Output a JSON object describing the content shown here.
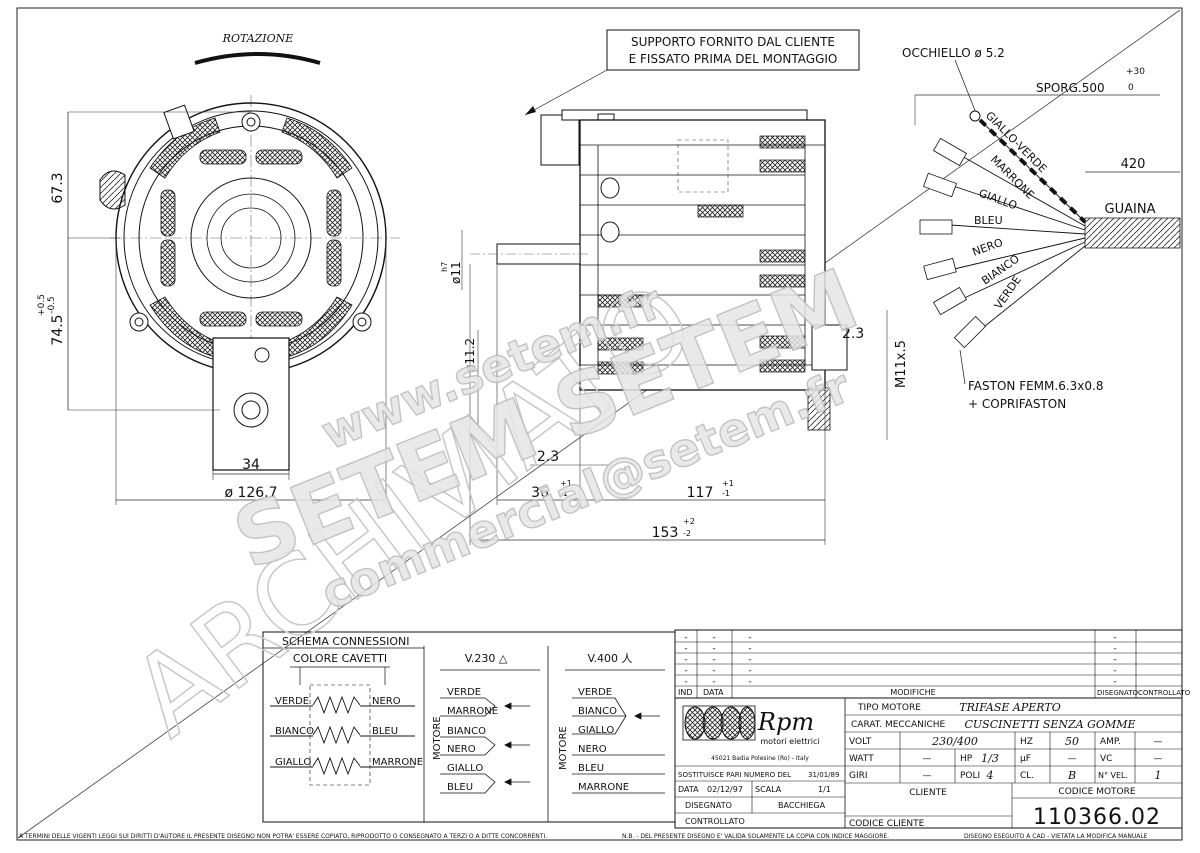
{
  "rotation_label": "ROTAZIONE",
  "support_note": [
    "SUPPORTO FORNITO DAL CLIENTE",
    "E FISSATO PRIMA DEL MONTAGGIO"
  ],
  "eyelet_label": "OCCHIELLO ø 5.2",
  "overhang_label": "SPORG.500",
  "overhang_tol_plus": "+30",
  "overhang_tol_zero": "0",
  "sheath_length": "420",
  "sheath_label": "GUAINA",
  "wire_labels": [
    "GIALLO-VERDE",
    "MARRONE",
    "GIALLO",
    "BLEU",
    "NERO",
    "BIANCO",
    "VERDE"
  ],
  "faston_label": [
    "FASTON FEMM.6.3x0.8",
    "+ COPRIFASTON"
  ],
  "dimensions": {
    "d67": "67.3",
    "d74": "74.5",
    "d74_tol_plus": "+0.5",
    "d74_tol_minus": "-0.5",
    "d34": "34",
    "d126": "ø 126.7",
    "d11": "ø11",
    "h7": "h7",
    "d11_2": "ø11.2",
    "d2_3a": "2.3",
    "d2_3b": "2.3",
    "m11": "M11x.5",
    "d36": "36",
    "d36_tol_plus": "+1",
    "d36_tol_minus": "-1",
    "d117": "117",
    "d117_tol_plus": "+1",
    "d117_tol_minus": "-1",
    "d153": "153",
    "d153_tol_plus": "+2",
    "d153_tol_minus": "-2"
  },
  "watermark": {
    "line1": "www.setem.fr",
    "line2": "SETEM  SETEM",
    "line3": "commercial@setem.fr",
    "archive": "ARCHIVIATO"
  },
  "schema": {
    "title": "SCHEMA CONNESSIONI",
    "colore": "COLORE CAVETTI",
    "left_pairs": [
      {
        "left": "VERDE",
        "right": "NERO"
      },
      {
        "left": "BIANCO",
        "right": "BLEU"
      },
      {
        "left": "GIALLO",
        "right": "MARRONE"
      }
    ],
    "v230": "V.230 △",
    "v400": "V.400 人",
    "motore": "MOTORE",
    "v230_wires": [
      "VERDE",
      "MARRONE",
      "BIANCO",
      "NERO",
      "GIALLO",
      "BLEU"
    ],
    "v400_wires": [
      "VERDE",
      "BIANCO",
      "GIALLO",
      "NERO",
      "BLEU",
      "MARRONE"
    ]
  },
  "revisions": {
    "rows": [
      [
        "-",
        "-",
        "-",
        "-"
      ],
      [
        "-",
        "-",
        "-",
        "-"
      ],
      [
        "-",
        "-",
        "-",
        "-"
      ],
      [
        "-",
        "-",
        "-",
        "-"
      ],
      [
        "-",
        "-",
        "-",
        "-"
      ]
    ],
    "head_ind": "IND",
    "head_data": "DATA",
    "head_mod": "MODIFICHE",
    "head_dis": "DISEGNATO",
    "head_ctrl": "CONTROLLATO"
  },
  "company": {
    "name": "Rpm",
    "sub": "motori elettrici",
    "address": "45021 Badia Polesine (Ro) - Italy"
  },
  "title_block": {
    "tipo_label": "TIPO MOTORE",
    "tipo_value": "TRIFASE APERTO",
    "carat_label": "CARAT. MECCANICHE",
    "carat_value": "CUSCINETTI  SENZA GOMME",
    "volt_label": "VOLT",
    "volt_value": "230/400",
    "hz_label": "HZ",
    "hz_value": "50",
    "amp_label": "AMP.",
    "amp_value": "—",
    "watt_label": "WATT",
    "watt_value": "—",
    "hp_label": "HP",
    "hp_value": "1/3",
    "uf_label": "µF",
    "uf_value": "—",
    "vc_label": "VC",
    "vc_value": "—",
    "giri_label": "GIRI",
    "giri_value": "—",
    "poli_label": "POLI",
    "poli_value": "4",
    "cl_label": "CL.",
    "cl_value": "B",
    "vel_label": "N° VEL.",
    "vel_value": "1",
    "sost_label": "SOSTITUISCE PARI NUMERO DEL",
    "sost_value": "31/01/89",
    "data_label": "DATA",
    "data_value": "02/12/97",
    "scala_label": "SCALA",
    "scala_value": "1/1",
    "disegnato_label": "DISEGNATO",
    "disegnato_value": "BACCHIEGA",
    "controllato_label": "CONTROLLATO",
    "cliente_label": "CLIENTE",
    "codice_cliente_label": "CODICE CLIENTE",
    "codice_motore_label": "CODICE MOTORE",
    "codice_motore_value": "110366.02"
  },
  "footer": {
    "left": "A TERMINI DELLE VIGENTI LEGGI SUI DIRITTI D'AUTORE IL PRESENTE DISEGNO NON POTRA' ESSERE COPIATO, RIPRODOTTO O CONSEGNATO A TERZI O A DITTE CONCORRENTI.",
    "mid": "N.B. - DEL PRESENTE DISEGNO E' VALIDA SOLAMENTE LA COPIA CON INDICE MAGGIORE.",
    "right": "DISEGNO ESEGUITO A CAD - VIETATA LA MODIFICA MANUALE"
  }
}
